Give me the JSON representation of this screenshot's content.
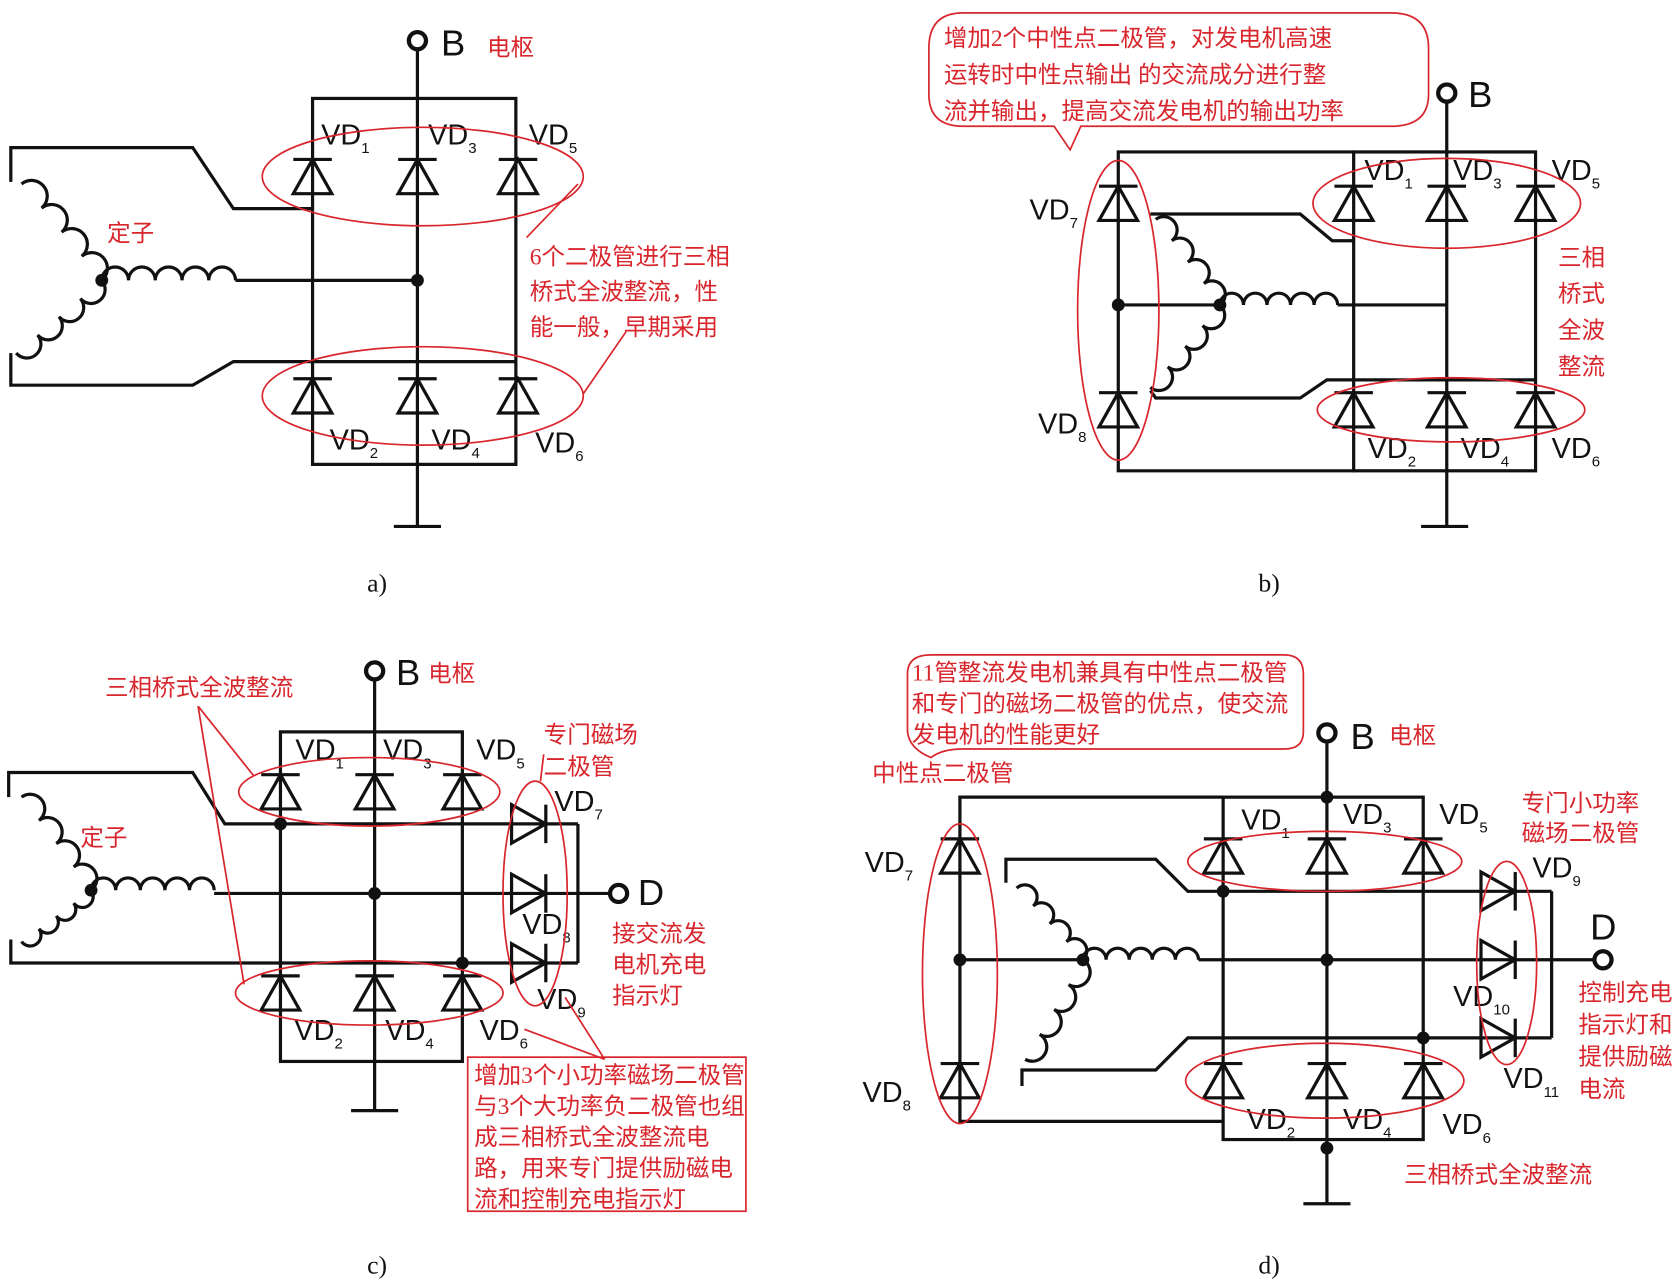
{
  "colors": {
    "annotation": "#d8262c",
    "line": "#111111"
  },
  "panels": {
    "a": {
      "caption": "a)",
      "terminal_b": "B",
      "armature": "电枢",
      "stator": "定子",
      "note": [
        "6个二极管进行三相",
        "桥式全波整流，性",
        "能一般，早期采用"
      ],
      "diodes": [
        {
          "main": "VD",
          "sub": "1"
        },
        {
          "main": "VD",
          "sub": "3"
        },
        {
          "main": "VD",
          "sub": "5"
        },
        {
          "main": "VD",
          "sub": "2"
        },
        {
          "main": "VD",
          "sub": "4"
        },
        {
          "main": "VD",
          "sub": "6"
        }
      ]
    },
    "b": {
      "caption": "b)",
      "terminal_b": "B",
      "callout": [
        "增加2个中性点二极管，对发电机高速",
        "运转时中性点输出 的交流成分进行整",
        "流并输出，提高交流发电机的输出功率"
      ],
      "side_note": [
        "三相",
        "桥式",
        "全波",
        "整流"
      ],
      "diodes": [
        {
          "main": "VD",
          "sub": "7"
        },
        {
          "main": "VD",
          "sub": "8"
        },
        {
          "main": "VD",
          "sub": "1"
        },
        {
          "main": "VD",
          "sub": "3"
        },
        {
          "main": "VD",
          "sub": "5"
        },
        {
          "main": "VD",
          "sub": "2"
        },
        {
          "main": "VD",
          "sub": "4"
        },
        {
          "main": "VD",
          "sub": "6"
        }
      ]
    },
    "c": {
      "caption": "c)",
      "terminal_b": "B",
      "armature": "电枢",
      "stator": "定子",
      "terminal_d": "D",
      "bridge_note": "三相桥式全波整流",
      "field_note": [
        "专门磁场",
        "二极管"
      ],
      "d_note": [
        "接交流发",
        "电机充电",
        "指示灯"
      ],
      "callout": [
        "增加3个小功率磁场二极管",
        "与3个大功率负二极管也组",
        "成三相桥式全波整流电",
        "路，用来专门提供励磁电",
        "流和控制充电指示灯"
      ],
      "diodes": [
        {
          "main": "VD",
          "sub": "1"
        },
        {
          "main": "VD",
          "sub": "3"
        },
        {
          "main": "VD",
          "sub": "5"
        },
        {
          "main": "VD",
          "sub": "7"
        },
        {
          "main": "VD",
          "sub": "8"
        },
        {
          "main": "VD",
          "sub": "9"
        },
        {
          "main": "VD",
          "sub": "2"
        },
        {
          "main": "VD",
          "sub": "4"
        },
        {
          "main": "VD",
          "sub": "6"
        }
      ]
    },
    "d": {
      "caption": "d)",
      "terminal_b": "B",
      "armature": "电枢",
      "terminal_d": "D",
      "callout": [
        "11管整流发电机兼具有中性点二极管",
        "和专门的磁场二极管的优点，使交流",
        "发电机的性能更好"
      ],
      "neutral_note": "中性点二极管",
      "field_note": [
        "专门小功率",
        "磁场二极管"
      ],
      "d_note": [
        "控制充电",
        "指示灯和",
        "提供励磁",
        "电流"
      ],
      "bridge_note": "三相桥式全波整流",
      "diodes": [
        {
          "main": "VD",
          "sub": "7"
        },
        {
          "main": "VD",
          "sub": "8"
        },
        {
          "main": "VD",
          "sub": "1"
        },
        {
          "main": "VD",
          "sub": "3"
        },
        {
          "main": "VD",
          "sub": "5"
        },
        {
          "main": "VD",
          "sub": "9"
        },
        {
          "main": "VD",
          "sub": "10"
        },
        {
          "main": "VD",
          "sub": "11"
        },
        {
          "main": "VD",
          "sub": "2"
        },
        {
          "main": "VD",
          "sub": "4"
        },
        {
          "main": "VD",
          "sub": "6"
        }
      ]
    }
  }
}
